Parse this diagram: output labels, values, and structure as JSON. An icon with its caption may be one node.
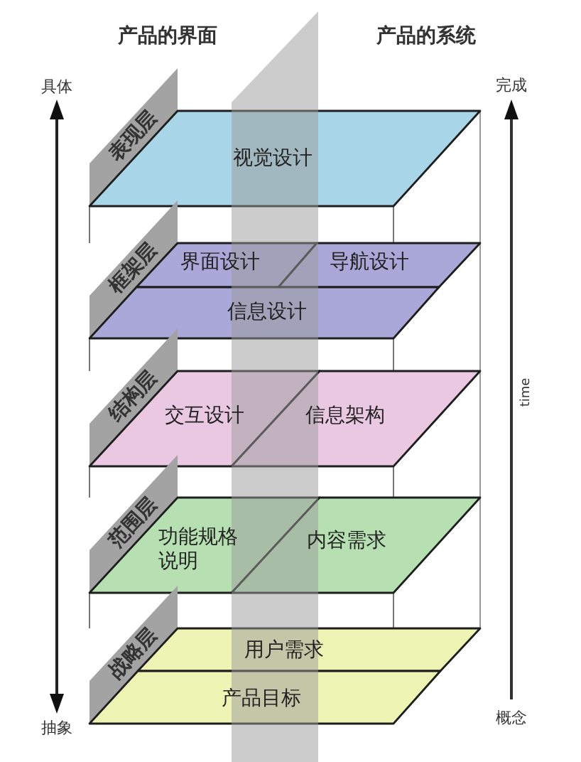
{
  "diagram": {
    "nodes": [
      {
        "text": [
          "表现层"
        ]
      },
      {
        "text": [
          "视觉设计"
        ]
      },
      {
        "text": [
          "框架层"
        ]
      },
      {
        "text": [
          "界面设计"
        ]
      },
      {
        "text": [
          "导航设计"
        ]
      },
      {
        "text": [
          "信息设计"
        ]
      },
      {
        "text": [
          "结构层"
        ]
      },
      {
        "text": [
          "交互设计"
        ]
      },
      {
        "text": [
          "信息架构"
        ]
      },
      {
        "text": [
          "范围层"
        ]
      },
      {
        "text": [
          "功能规格说明"
        ]
      },
      {
        "text": [
          "内容需求"
        ]
      },
      {
        "text": [
          "战略层"
        ]
      },
      {
        "text": [
          "用户需求"
        ]
      },
      {
        "text": [
          "产品目标"
        ]
      }
    ],
    "labels": [
      "产品的界面",
      "产品的系统",
      "具体",
      "完成",
      "time",
      "抽象",
      "概念"
    ]
  }
}
